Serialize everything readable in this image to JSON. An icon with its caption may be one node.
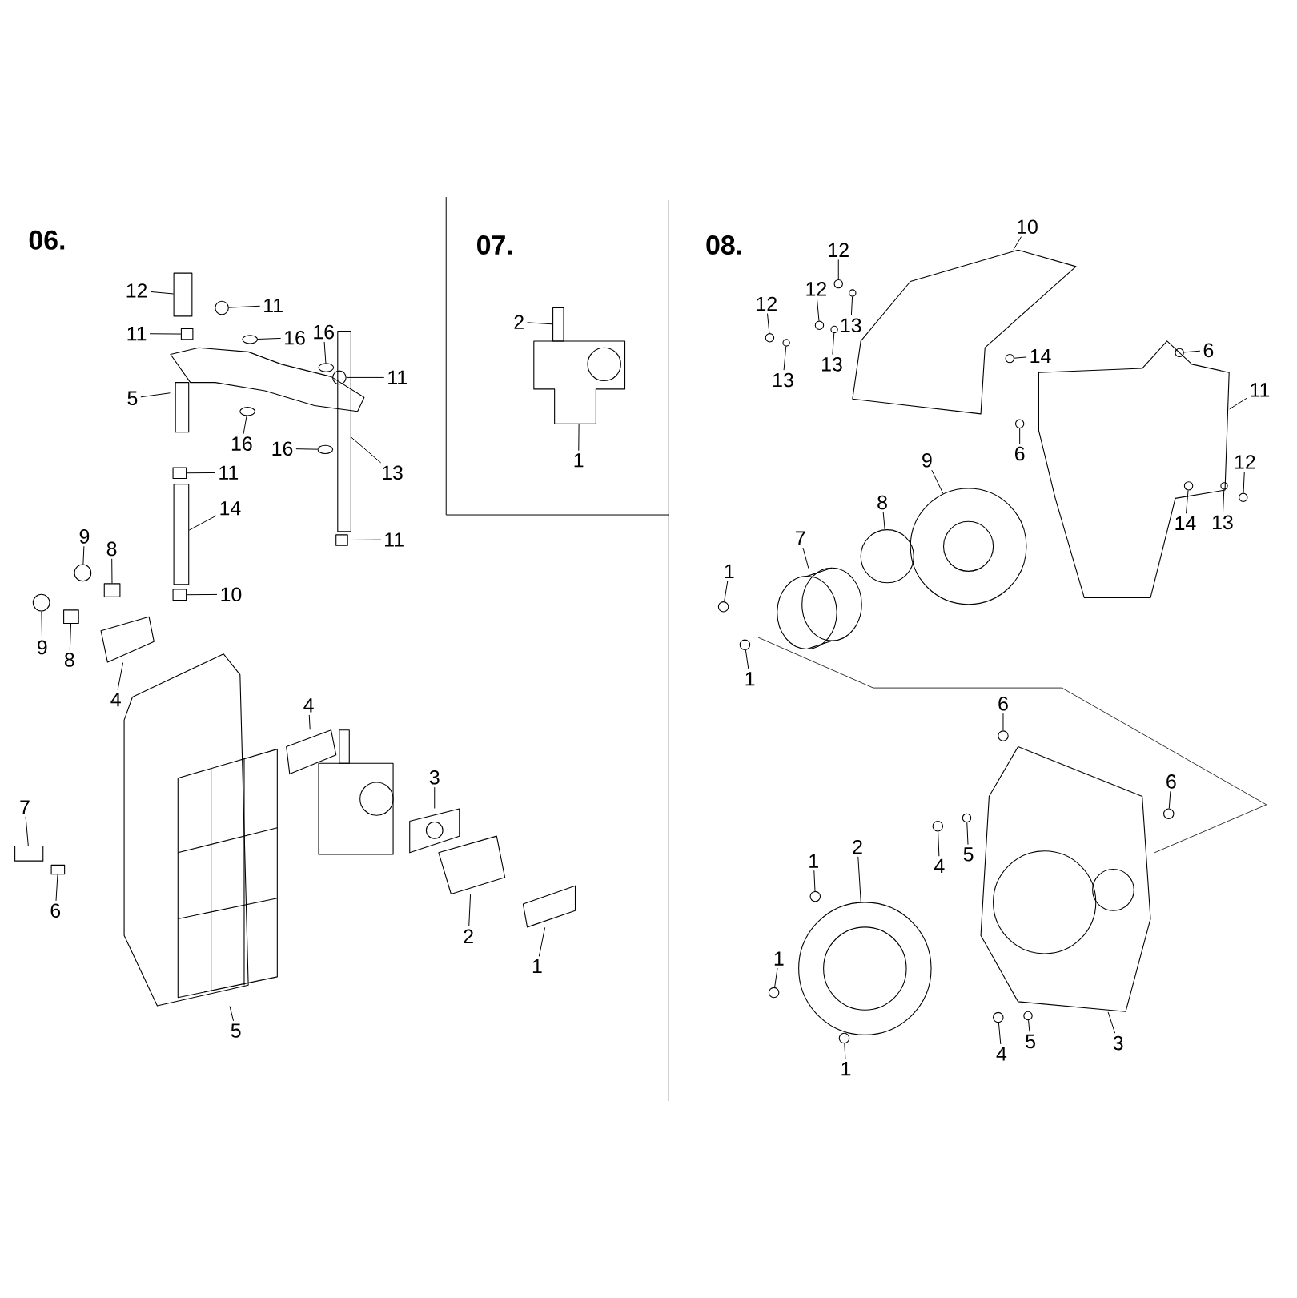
{
  "diagram": {
    "nodes": [
      {
        "text": [
          "12"
        ]
      },
      {
        "text": [
          "11"
        ]
      },
      {
        "text": [
          "11"
        ]
      },
      {
        "text": [
          "16"
        ]
      },
      {
        "text": [
          "16"
        ]
      },
      {
        "text": [
          "11"
        ]
      },
      {
        "text": [
          "5"
        ]
      },
      {
        "text": [
          "16"
        ]
      },
      {
        "text": [
          "16"
        ]
      },
      {
        "text": [
          "13"
        ]
      },
      {
        "text": [
          "11"
        ]
      },
      {
        "text": [
          "14"
        ]
      },
      {
        "text": [
          "11"
        ]
      },
      {
        "text": [
          "10"
        ]
      },
      {
        "text": [
          "9"
        ]
      },
      {
        "text": [
          "8"
        ]
      },
      {
        "text": [
          "9"
        ]
      },
      {
        "text": [
          "8"
        ]
      },
      {
        "text": [
          "4"
        ]
      },
      {
        "text": [
          "4"
        ]
      },
      {
        "text": [
          "3"
        ]
      },
      {
        "text": [
          "7"
        ]
      },
      {
        "text": [
          "6"
        ]
      },
      {
        "text": [
          "2"
        ]
      },
      {
        "text": [
          "1"
        ]
      },
      {
        "text": [
          "5"
        ]
      },
      {
        "text": [
          "2"
        ]
      },
      {
        "text": [
          "1"
        ]
      },
      {
        "text": [
          "10"
        ]
      },
      {
        "text": [
          "12"
        ]
      },
      {
        "text": [
          "12"
        ]
      },
      {
        "text": [
          "13"
        ]
      },
      {
        "text": [
          "12"
        ]
      },
      {
        "text": [
          "13"
        ]
      },
      {
        "text": [
          "13"
        ]
      },
      {
        "text": [
          "14"
        ]
      },
      {
        "text": [
          "6"
        ]
      },
      {
        "text": [
          "11"
        ]
      },
      {
        "text": [
          "6"
        ]
      },
      {
        "text": [
          "9"
        ]
      },
      {
        "text": [
          "12"
        ]
      },
      {
        "text": [
          "8"
        ]
      },
      {
        "text": [
          "14"
        ]
      },
      {
        "text": [
          "13"
        ]
      },
      {
        "text": [
          "7"
        ]
      },
      {
        "text": [
          "1"
        ]
      },
      {
        "text": [
          "1"
        ]
      },
      {
        "text": [
          "6"
        ]
      },
      {
        "text": [
          "6"
        ]
      },
      {
        "text": [
          "2"
        ]
      },
      {
        "text": [
          "4"
        ]
      },
      {
        "text": [
          "5"
        ]
      },
      {
        "text": [
          "1"
        ]
      },
      {
        "text": [
          "1"
        ]
      },
      {
        "text": [
          "3"
        ]
      },
      {
        "text": [
          "1"
        ]
      },
      {
        "text": [
          "4"
        ]
      },
      {
        "text": [
          "5"
        ]
      },
      {
        "text": [],
        "shape": "box"
      },
      {
        "text": [],
        "shape": "circle"
      },
      {
        "text": [],
        "shape": "box"
      },
      {
        "text": [],
        "shape": "circle"
      },
      {
        "text": [],
        "shape": "circle"
      },
      {
        "text": [],
        "shape": "circle"
      },
      {
        "text": [],
        "shape": "picture"
      },
      {
        "text": [],
        "shape": "circle"
      },
      {
        "text": [],
        "shape": "circle"
      },
      {
        "text": [],
        "shape": "box"
      },
      {
        "text": [],
        "shape": "box"
      },
      {
        "text": [],
        "shape": "box"
      },
      {
        "text": [],
        "shape": "box"
      },
      {
        "text": [],
        "shape": "box"
      },
      {
        "text": [],
        "shape": "circle"
      },
      {
        "text": [],
        "shape": "box"
      },
      {
        "text": [],
        "shape": "circle"
      },
      {
        "text": [],
        "shape": "box"
      },
      {
        "text": [],
        "shape": "picture"
      },
      {
        "text": [],
        "shape": "picture"
      },
      {
        "text": [],
        "shape": "picture"
      },
      {
        "text": [],
        "shape": "box"
      },
      {
        "text": [],
        "shape": "box"
      },
      {
        "text": [],
        "shape": "picture"
      },
      {
        "text": [],
        "shape": "picture"
      },
      {
        "text": [],
        "shape": "picture"
      },
      {
        "text": [],
        "shape": "box"
      },
      {
        "text": [],
        "shape": "picture"
      },
      {
        "text": [],
        "shape": "picture"
      },
      {
        "text": [],
        "shape": "circle"
      },
      {
        "text": [],
        "shape": "circle"
      },
      {
        "text": [],
        "shape": "circle"
      },
      {
        "text": [],
        "shape": "circle"
      },
      {
        "text": [],
        "shape": "circle"
      },
      {
        "text": [],
        "shape": "circle"
      },
      {
        "text": [],
        "shape": "circle"
      },
      {
        "text": [],
        "shape": "circle"
      },
      {
        "text": [],
        "shape": "picture"
      },
      {
        "text": [],
        "shape": "circle"
      },
      {
        "text": [],
        "shape": "picture"
      },
      {
        "text": [],
        "shape": "circle"
      },
      {
        "text": [],
        "shape": "circle"
      },
      {
        "text": [],
        "shape": "circle",
        "in": 95
      },
      {
        "text": [],
        "shape": "circle",
        "in": 95
      },
      {
        "text": [],
        "shape": "cylinder"
      },
      {
        "text": [],
        "shape": "circle"
      },
      {
        "text": [],
        "shape": "circle"
      },
      {
        "text": [],
        "shape": "circle"
      },
      {
        "text": [],
        "shape": "circle"
      },
      {
        "text": [],
        "shape": "picture"
      },
      {
        "text": [],
        "shape": "circle"
      },
      {
        "text": [],
        "shape": "circle"
      },
      {
        "text": [],
        "shape": "circle"
      },
      {
        "text": [],
        "shape": "circle"
      },
      {
        "text": [],
        "shape": "picture"
      },
      {
        "text": [],
        "shape": "circle"
      },
      {
        "text": [],
        "shape": "circle"
      },
      {
        "text": [],
        "shape": "circle"
      }
    ],
    "edges": [
      {
        "from": 0,
        "to": 58,
        "arrow": "none"
      },
      {
        "from": 1,
        "to": 59,
        "arrow": "none"
      },
      {
        "from": 2,
        "to": 60,
        "arrow": "none"
      },
      {
        "from": 3,
        "to": 61,
        "arrow": "none"
      },
      {
        "from": 4,
        "to": 62,
        "arrow": "none"
      },
      {
        "from": 5,
        "to": 63,
        "arrow": "none"
      },
      {
        "from": 6,
        "to": 64,
        "arrow": "none"
      },
      {
        "from": 7,
        "to": 65,
        "arrow": "none"
      },
      {
        "from": 8,
        "to": 66,
        "arrow": "none"
      },
      {
        "from": 9,
        "to": 67,
        "arrow": "none"
      },
      {
        "from": 10,
        "to": 68,
        "arrow": "none"
      },
      {
        "from": 11,
        "to": 69,
        "arrow": "none"
      },
      {
        "from": 12,
        "to": 70,
        "arrow": "none"
      },
      {
        "from": 13,
        "to": 71,
        "arrow": "none"
      },
      {
        "from": 14,
        "to": 72,
        "arrow": "none"
      },
      {
        "from": 15,
        "to": 73,
        "arrow": "none"
      },
      {
        "from": 16,
        "to": 74,
        "arrow": "none"
      },
      {
        "from": 17,
        "to": 75,
        "arrow": "none"
      },
      {
        "from": 18,
        "to": 76,
        "arrow": "none"
      },
      {
        "from": 19,
        "to": 77,
        "arrow": "none"
      },
      {
        "from": 20,
        "to": 78,
        "arrow": "none"
      },
      {
        "from": 21,
        "to": 79,
        "arrow": "none"
      },
      {
        "from": 22,
        "to": 80,
        "arrow": "none"
      },
      {
        "from": 23,
        "to": 81,
        "arrow": "none"
      },
      {
        "from": 24,
        "to": 82,
        "arrow": "none"
      },
      {
        "from": 25,
        "to": 83,
        "arrow": "none"
      },
      {
        "from": 26,
        "to": 84,
        "arrow": "none"
      },
      {
        "from": 27,
        "to": 85,
        "arrow": "none"
      },
      {
        "from": 28,
        "to": 86,
        "arrow": "none"
      },
      {
        "from": 29,
        "to": 87,
        "arrow": "none"
      },
      {
        "from": 30,
        "to": 88,
        "arrow": "none"
      },
      {
        "from": 31,
        "to": 89,
        "arrow": "none"
      },
      {
        "from": 32,
        "to": 90,
        "arrow": "none"
      },
      {
        "from": 33,
        "to": 91,
        "arrow": "none"
      },
      {
        "from": 34,
        "to": 92,
        "arrow": "none"
      },
      {
        "from": 35,
        "to": 93,
        "arrow": "none"
      },
      {
        "from": 36,
        "to": 94,
        "arrow": "none"
      },
      {
        "from": 37,
        "to": 95,
        "arrow": "none"
      },
      {
        "from": 38,
        "to": 96,
        "arrow": "none"
      },
      {
        "from": 39,
        "to": 97,
        "arrow": "none"
      },
      {
        "from": 40,
        "to": 98,
        "arrow": "none"
      },
      {
        "from": 41,
        "to": 99,
        "arrow": "none"
      },
      {
        "from": 42,
        "to": 100,
        "arrow": "none"
      },
      {
        "from": 43,
        "to": 101,
        "arrow": "none"
      },
      {
        "from": 44,
        "to": 102,
        "arrow": "none"
      },
      {
        "from": 45,
        "to": 103,
        "arrow": "none"
      },
      {
        "from": 46,
        "to": 104,
        "arrow": "none"
      },
      {
        "from": 47,
        "to": 105,
        "arrow": "none"
      },
      {
        "from": 48,
        "to": 106,
        "arrow": "none"
      },
      {
        "from": 49,
        "to": 107,
        "arrow": "none"
      },
      {
        "from": 50,
        "to": 108,
        "arrow": "none"
      },
      {
        "from": 51,
        "to": 109,
        "arrow": "none"
      },
      {
        "from": 52,
        "to": 110,
        "arrow": "none"
      },
      {
        "from": 53,
        "to": 111,
        "arrow": "none"
      },
      {
        "from": 54,
        "to": 112,
        "arrow": "none"
      },
      {
        "from": 55,
        "to": 113,
        "arrow": "none"
      },
      {
        "from": 56,
        "to": 114,
        "arrow": "none"
      },
      {
        "from": 57,
        "to": 115,
        "arrow": "none"
      }
    ],
    "labels": [
      "06.",
      "07.",
      "08."
    ]
  }
}
